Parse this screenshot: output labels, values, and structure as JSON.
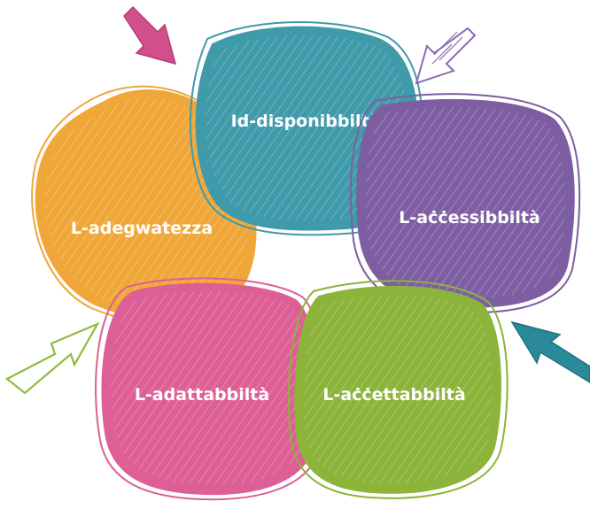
{
  "diagram": {
    "nodes": [
      {
        "id": "disponibbilta",
        "label": "Id-disponibbiltà",
        "color": "#3f9aa9"
      },
      {
        "id": "accessibbilta",
        "label": "L-aċċessibbiltà",
        "color": "#7e5ea3"
      },
      {
        "id": "accettabbilta",
        "label": "L-aċċettabbiltà",
        "color": "#8cb43a"
      },
      {
        "id": "adattabbilta",
        "label": "L-adattabbiltà",
        "color": "#dd5f95"
      },
      {
        "id": "adegwatezza",
        "label": "L-adegwatezza",
        "color": "#f0a73a"
      }
    ],
    "arrows": [
      {
        "id": "top-left",
        "color": "#d14f8c"
      },
      {
        "id": "top-right",
        "color": "#8b6bb0"
      },
      {
        "id": "bottom-left",
        "color": "#8fbb3e"
      },
      {
        "id": "bottom-right",
        "color": "#2a8a9a"
      }
    ]
  }
}
